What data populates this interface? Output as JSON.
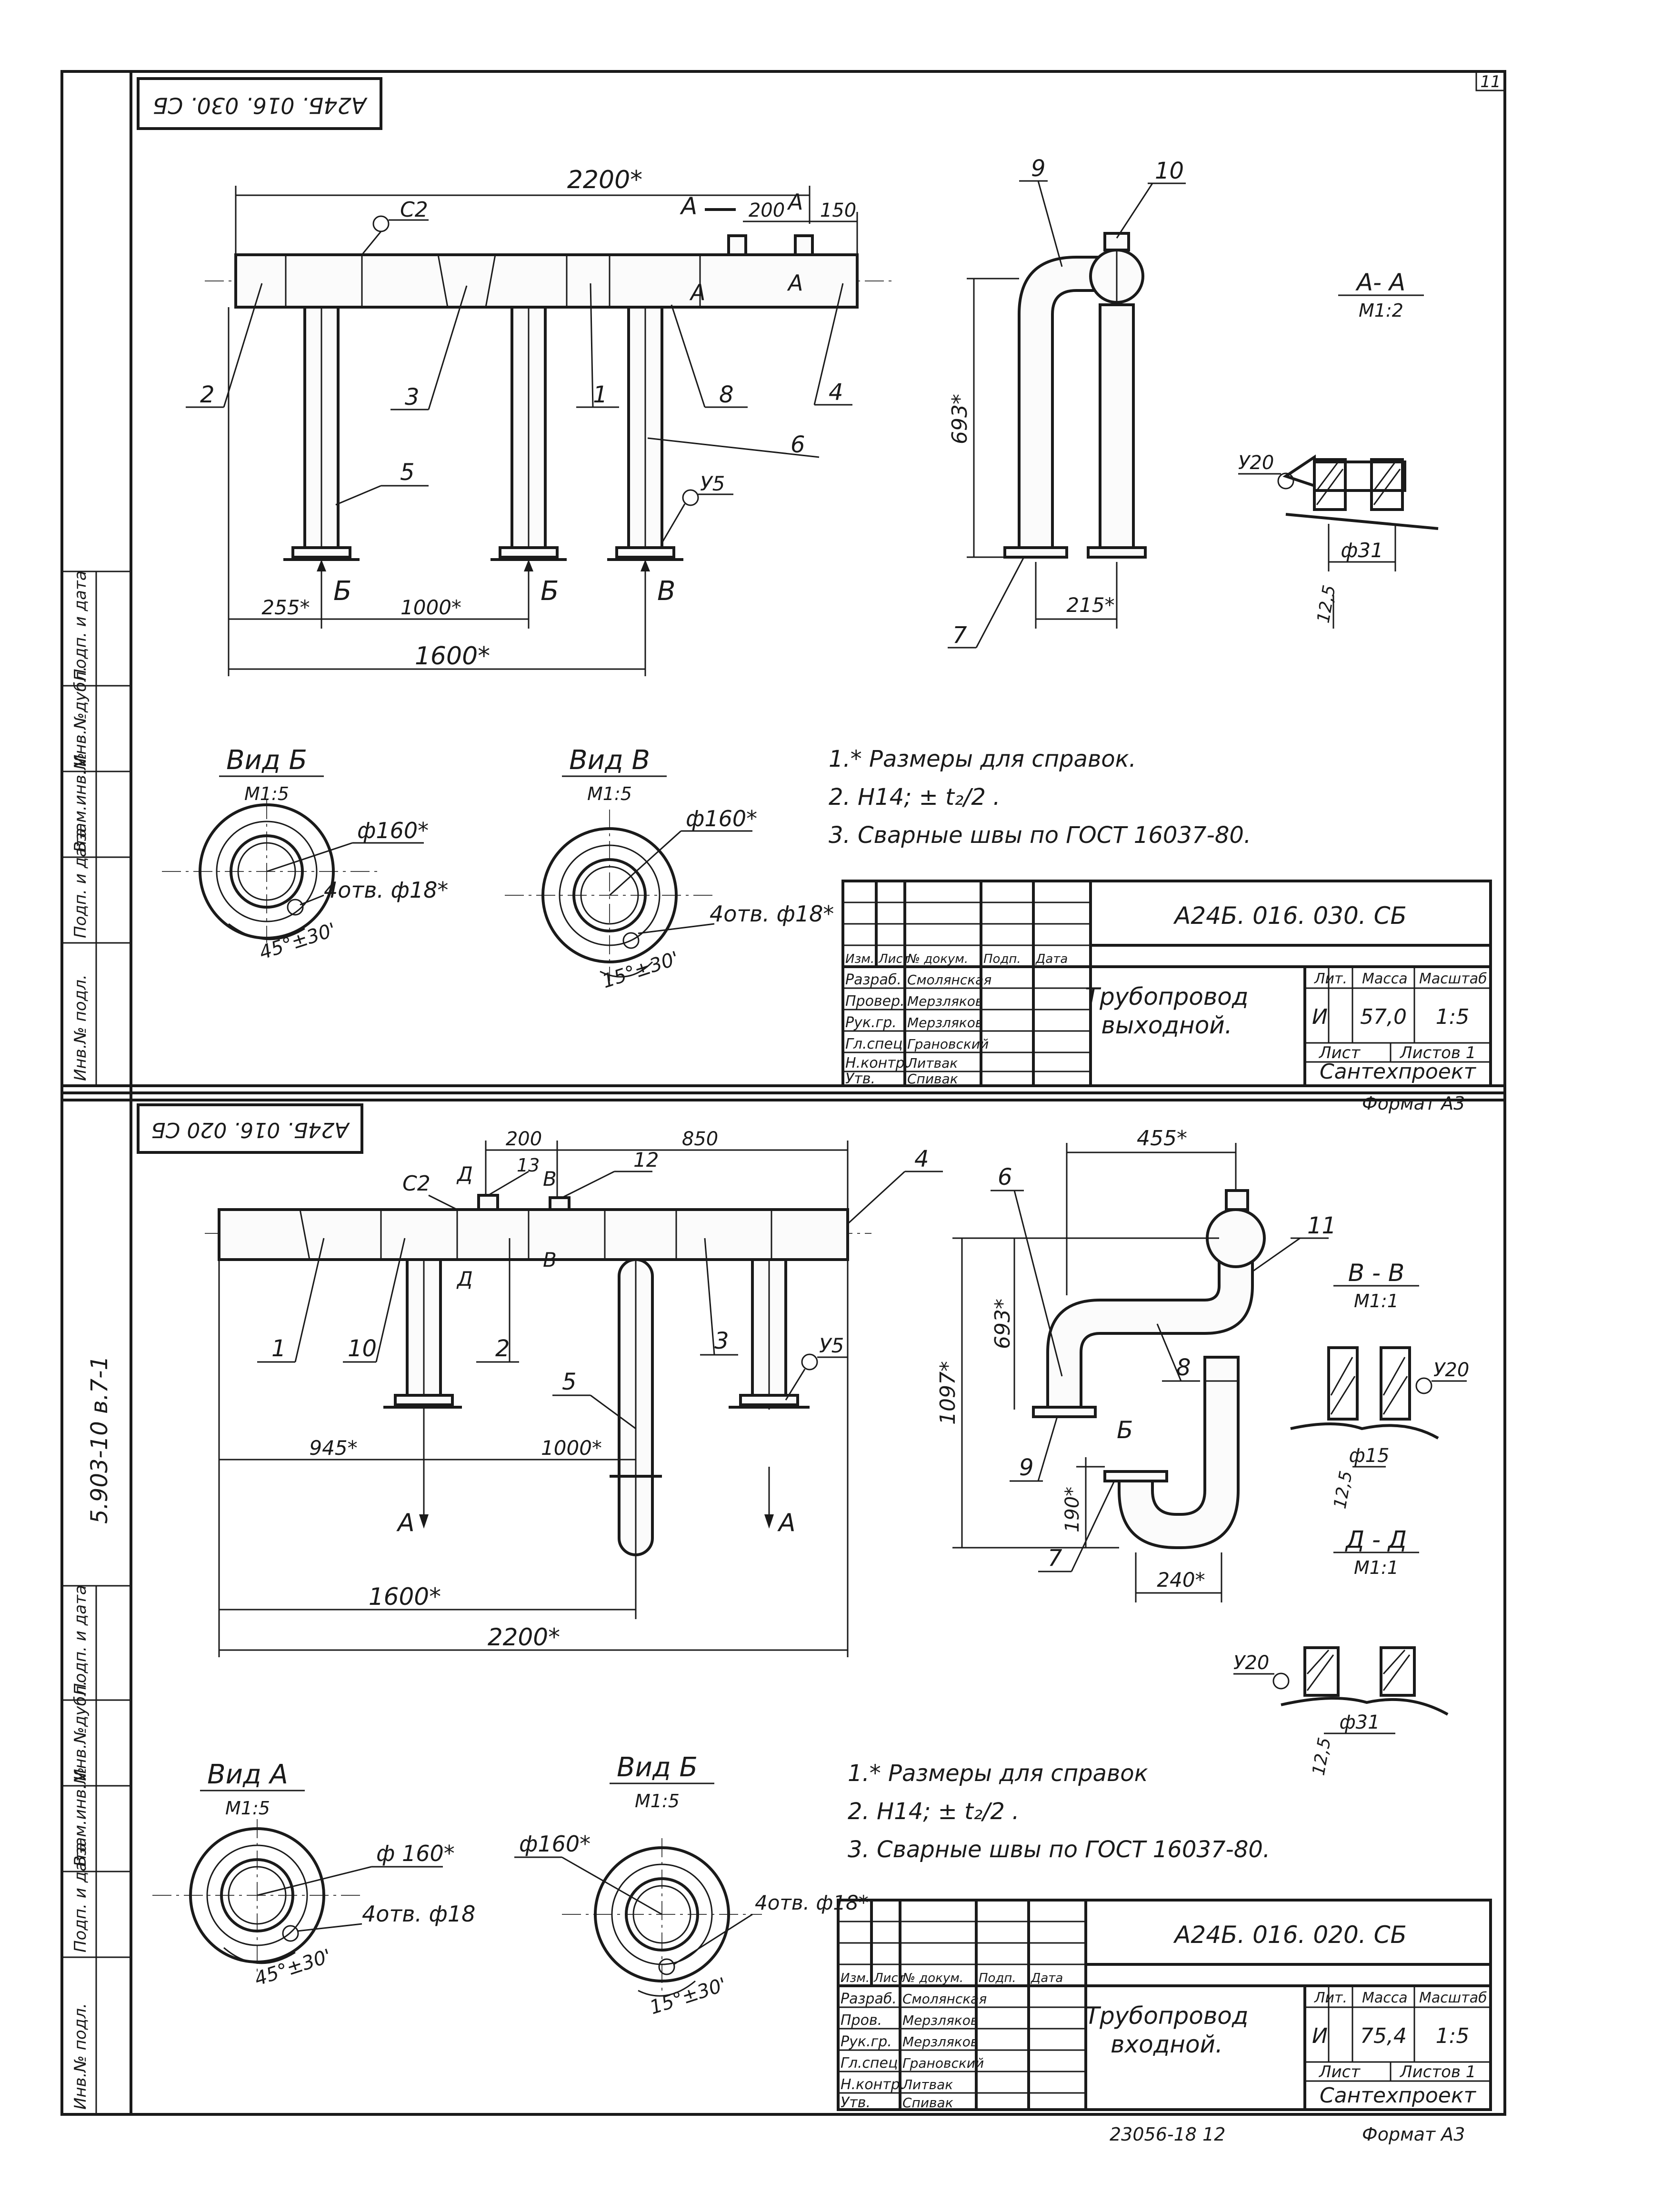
{
  "page": {
    "corner_number": "11",
    "side_code": "5.903-10   в.7-1",
    "side_stamp_labels": [
      "Инв.№ подл.",
      "Подп. и дата",
      "Взам.инв.№",
      "Инв.№дубл.",
      "Подп. и дата"
    ],
    "footer_code": "23056-18   12"
  },
  "drawings": [
    {
      "rotated_code": "А24Б. 016. 030. СБ",
      "dims": {
        "overall_length": "2200*",
        "seg_200": "200",
        "seg_150": "150",
        "left_offset": "255*",
        "spacing_1000": "1000*",
        "base_1600": "1600*",
        "height_693": "693*",
        "width_215": "215*"
      },
      "labels": {
        "c2": "С2",
        "y5": "У5",
        "section_a": "А",
        "view_b": "Б",
        "view_v": "В"
      },
      "callouts": [
        "1",
        "2",
        "3",
        "4",
        "5",
        "6",
        "7",
        "8",
        "9",
        "10"
      ],
      "sections": [
        {
          "title": "А- А",
          "scale": "М1:2",
          "weld": "У20",
          "diameter": "ф31",
          "size": "12,5"
        }
      ],
      "views": [
        {
          "title": "Вид  Б",
          "scale": "М1:5",
          "diameter": "ф160*",
          "holes": "4отв. ф18*",
          "angle": "45°±30'"
        },
        {
          "title": "Вид  В",
          "scale": "М1:5",
          "diameter": "ф160*",
          "holes": "4отв. ф18*",
          "angle": "15°±30'"
        }
      ],
      "notes": [
        "1.* Размеры для справок.",
        "2. Н14;  ± t₂/2 .",
        "3. Сварные  швы по ГОСТ 16037-80."
      ],
      "title_block": {
        "code": "А24Б. 016. 030. СБ",
        "name_line1": "Трубопровод",
        "name_line2": "выходной.",
        "col_headers": [
          "Изм.",
          "Лист",
          "№ докум.",
          "Подп.",
          "Дата"
        ],
        "roles": [
          {
            "role": "Разраб.",
            "name": "Смолянская"
          },
          {
            "role": "Провер.",
            "name": "Мерзляков"
          },
          {
            "role": "Рук.гр.",
            "name": "Мерзляков"
          },
          {
            "role": "Гл.спец.",
            "name": "Грановский"
          },
          {
            "role": "Н.контр.",
            "name": "Литвак"
          },
          {
            "role": "Утв.",
            "name": "Спивак"
          }
        ],
        "lit_label": "Лит.",
        "mass_label": "Масса",
        "scale_label": "Масштаб",
        "lit": "И",
        "mass": "57,0",
        "scale": "1:5",
        "sheet_label": "Лист",
        "sheets_label": "Листов 1",
        "org": "Сантехпроект",
        "format": "Формат  А3"
      }
    },
    {
      "rotated_code": "А24Б. 016. 020 СБ",
      "dims": {
        "seg_200": "200",
        "seg_850": "850",
        "left_945": "945*",
        "spacing_1000": "1000*",
        "base_1600": "1600*",
        "overall_2200": "2200*",
        "top_455": "455*",
        "height_693": "693*",
        "height_1097": "1097*",
        "h_190": "190*",
        "w_240": "240*"
      },
      "labels": {
        "c2": "С2",
        "y5": "У5",
        "d": "Д",
        "v": "В",
        "a": "А",
        "b": "Б"
      },
      "callouts": [
        "1",
        "2",
        "3",
        "4",
        "5",
        "6",
        "7",
        "8",
        "9",
        "10",
        "11",
        "12",
        "13"
      ],
      "sections": [
        {
          "title": "В - В",
          "scale": "М1:1",
          "weld": "У20",
          "diameter": "ф15",
          "size": "12,5"
        },
        {
          "title": "Д - Д",
          "scale": "М1:1",
          "weld": "У20",
          "diameter": "ф31",
          "size": "12,5"
        }
      ],
      "views": [
        {
          "title": "Вид  А",
          "scale": "М1:5",
          "diameter": "ф 160*",
          "holes": "4отв. ф18",
          "angle": "45°±30'"
        },
        {
          "title": "Вид  Б",
          "scale": "М1:5",
          "diameter": "ф160*",
          "holes": "4отв. ф18*",
          "angle": "15°±30'"
        }
      ],
      "notes": [
        "1.* Размеры для справок",
        "2. Н14;  ± t₂/2 .",
        "3. Сварные  швы по ГОСТ 16037-80."
      ],
      "title_block": {
        "code": "А24Б. 016. 020. СБ",
        "name_line1": "Трубопровод",
        "name_line2": "входной.",
        "col_headers": [
          "Изм.",
          "Лист",
          "№ докум.",
          "Подп.",
          "Дата"
        ],
        "roles": [
          {
            "role": "Разраб.",
            "name": "Смолянская"
          },
          {
            "role": "Пров.",
            "name": "Мерзляков"
          },
          {
            "role": "Рук.гр.",
            "name": "Мерзляков"
          },
          {
            "role": "Гл.спец.",
            "name": "Грановский"
          },
          {
            "role": "Н.контр.",
            "name": "Литвак"
          },
          {
            "role": "Утв.",
            "name": "Спивак"
          }
        ],
        "lit_label": "Лит.",
        "mass_label": "Масса",
        "scale_label": "Масштаб",
        "lit": "И",
        "mass": "75,4",
        "scale": "1:5",
        "sheet_label": "Лист",
        "sheets_label": "Листов 1",
        "org": "Сантехпроект",
        "format": "Формат  А3"
      }
    }
  ]
}
